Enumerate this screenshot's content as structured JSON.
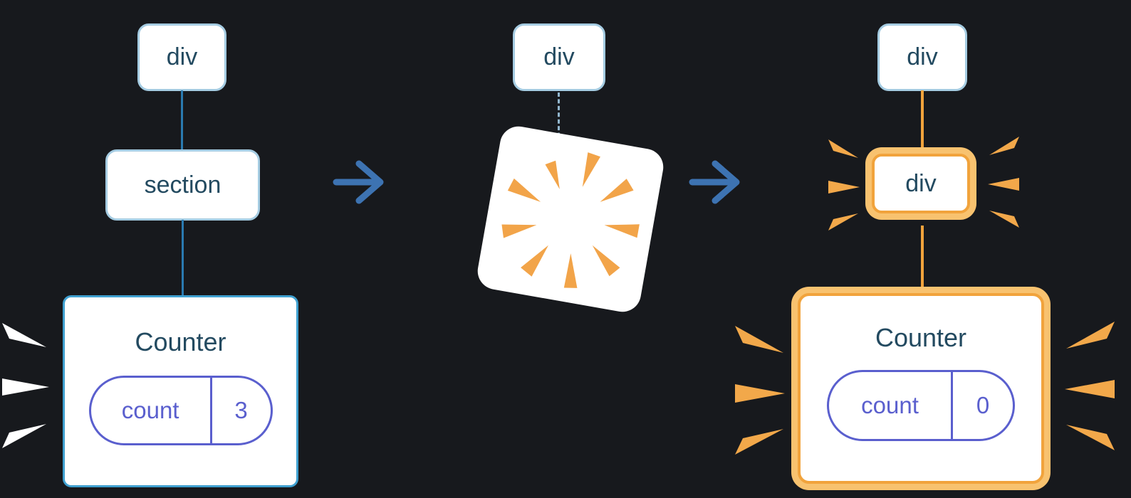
{
  "colors": {
    "background": "#17191d",
    "white": "#ffffff",
    "node_border": "#a5cce2",
    "node_text": "#234a60",
    "tree_line": "#2a7ab0",
    "counter_border": "#3fa0d0",
    "pill": "#5a5fce",
    "arrow": "#3d73b2",
    "dash": "#93b7cf",
    "orange": "#f1a33c",
    "orange_light": "#f8c26f",
    "spark_orange": "#f2a84a",
    "burst_orange": "#f2a449"
  },
  "stage1": {
    "root_label": "div",
    "child_label": "section",
    "component": {
      "title": "Counter",
      "state_key": "count",
      "state_value": "3"
    }
  },
  "stage2": {
    "root_label": "div"
  },
  "stage3": {
    "root_label": "div",
    "child_label": "div",
    "component": {
      "title": "Counter",
      "state_key": "count",
      "state_value": "0"
    }
  }
}
